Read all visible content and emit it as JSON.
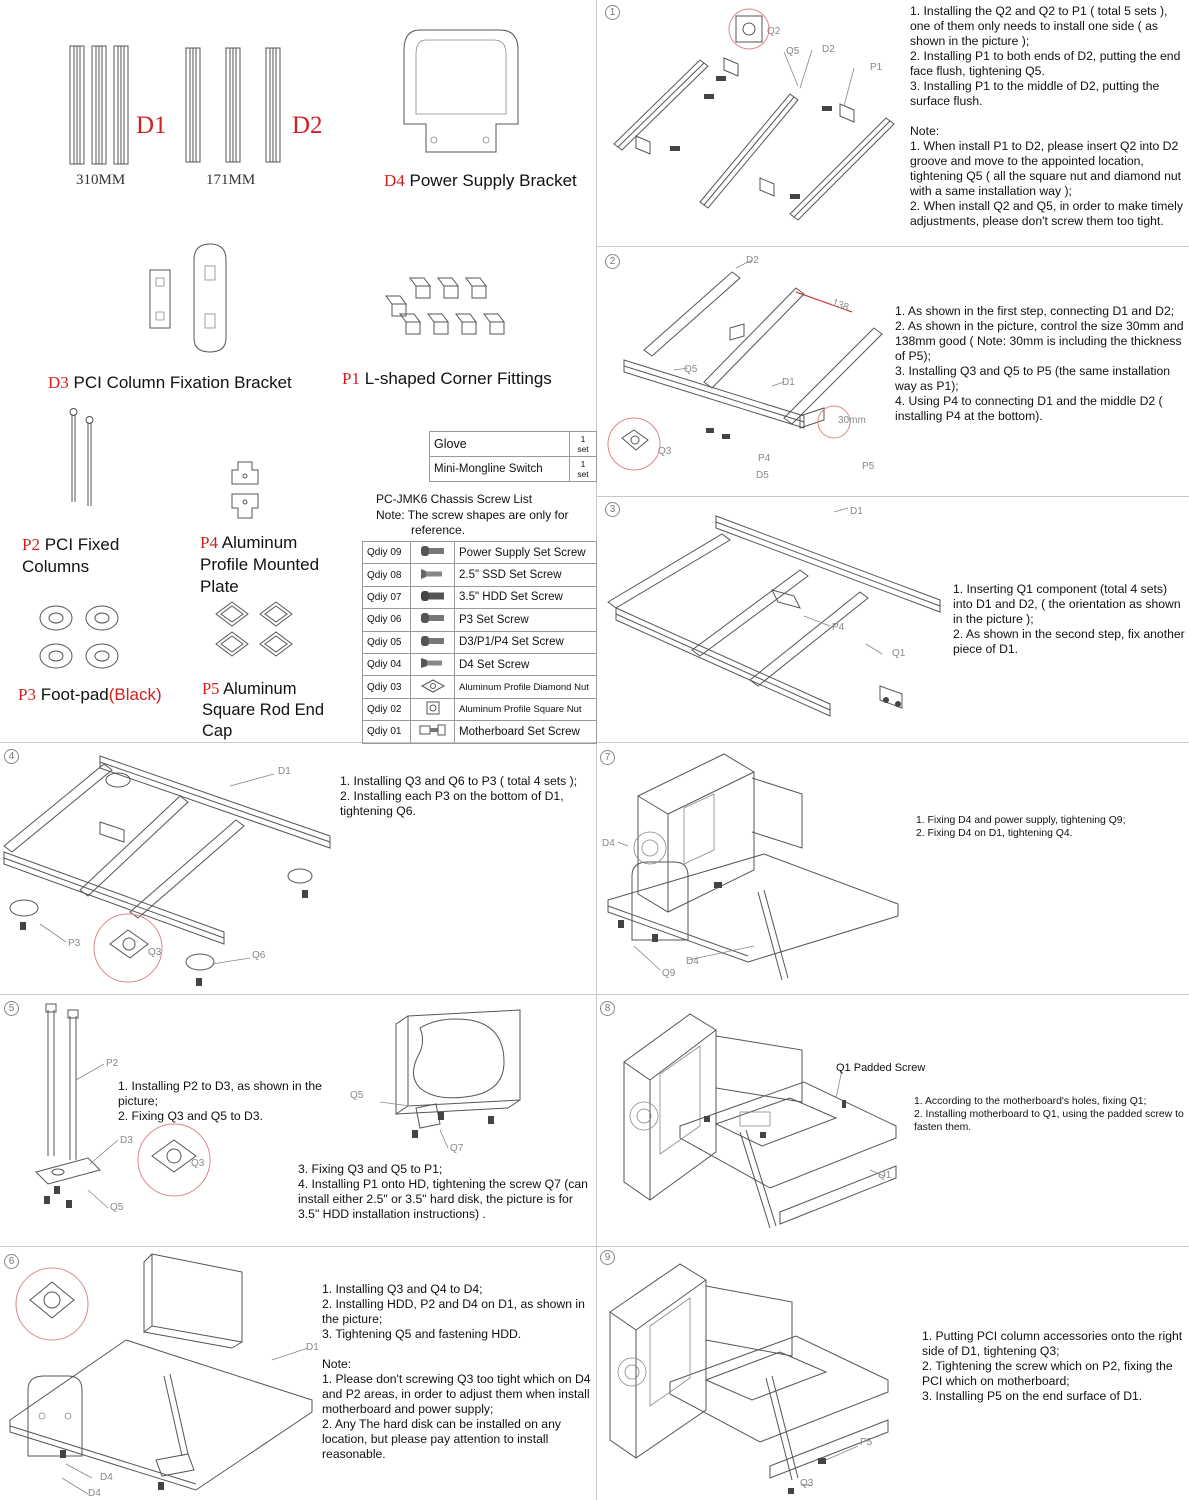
{
  "parts": {
    "d1": {
      "code": "D1",
      "length": "310MM"
    },
    "d2": {
      "code": "D2",
      "length": "171MM"
    },
    "d4": {
      "code": "D4",
      "name": "Power Supply Bracket"
    },
    "d3": {
      "code": "D3",
      "name": "PCI Column Fixation Bracket"
    },
    "p1": {
      "code": "P1",
      "name": "L-shaped Corner Fittings"
    },
    "p2": {
      "code": "P2",
      "name_line1": "PCI Fixed",
      "name_line2": "Columns"
    },
    "p4": {
      "code": "P4",
      "name_line1": "Aluminum",
      "name_line2": "Profile Mounted",
      "name_line3": "Plate"
    },
    "p3": {
      "code": "P3",
      "name": "Foot-pad",
      "color": "(Black)"
    },
    "p5": {
      "code": "P5",
      "name_line1": "Aluminum",
      "name_line2": "Square Rod End",
      "name_line3": "Cap"
    }
  },
  "accessories": [
    {
      "name": "Glove",
      "qty": "1 set"
    },
    {
      "name": "Mini-Mongline Switch",
      "qty": "1 set"
    }
  ],
  "screw_list": {
    "title": "PC-JMK6 Chassis Screw List",
    "note_line1": "Note: The screw shapes are only for",
    "note_line2": "reference.",
    "rows": [
      {
        "code": "Qdiy 09",
        "name": "Power Supply Set Screw",
        "icon": "round-head-screw-icon"
      },
      {
        "code": "Qdiy 08",
        "name": "2.5\" SSD Set Screw",
        "icon": "flat-head-screw-icon"
      },
      {
        "code": "Qdiy 07",
        "name": "3.5\" HDD Set Screw",
        "icon": "coarse-thread-screw-icon"
      },
      {
        "code": "Qdiy 06",
        "name": "P3 Set Screw",
        "icon": "round-head-screw-icon"
      },
      {
        "code": "Qdiy 05",
        "name": "D3/P1/P4 Set Screw",
        "icon": "round-head-screw-icon"
      },
      {
        "code": "Qdiy 04",
        "name": "D4 Set Screw",
        "icon": "countersunk-screw-icon"
      },
      {
        "code": "Qdiy 03",
        "name": "Aluminum Profile Diamond Nut",
        "icon": "diamond-nut-icon"
      },
      {
        "code": "Qdiy 02",
        "name": "Aluminum Profile Square Nut",
        "icon": "square-nut-icon"
      },
      {
        "code": "Qdiy 01",
        "name": "Motherboard Set Screw",
        "icon": "standoff-screw-icon"
      }
    ]
  },
  "steps": [
    {
      "num": "1",
      "text": "1. Installing the Q2 and Q2 to P1 ( total 5 sets ), one of them only needs to install one side ( as shown in the picture );\n2. Installing P1 to both ends of D2, putting the end face flush, tightening Q5.\n3. Installing P1 to the middle of D2, putting the surface flush.\n\nNote:\n1. When install P1 to D2, please insert Q2 into D2 groove and move to the appointed location, tightening Q5 ( all the square nut and diamond nut with a same installation way );\n2. When install Q2 and Q5, in order to make timely adjustments, please don't screw them too tight.",
      "labels": [
        "Q2",
        "Q5",
        "D2",
        "P1"
      ]
    },
    {
      "num": "2",
      "text": "1. As shown in the first step, connecting D1 and D2;\n2. As shown in the picture, control the size 30mm and 138mm good ( Note: 30mm is including the thickness of P5);\n3. Installing Q3 and Q5 to P5 (the same installation way as P1);\n4. Using P4 to connecting D1 and the middle D2  ( installing P4 at the bottom).",
      "labels": [
        "D2",
        "138",
        "Q5",
        "D1",
        "30mm",
        "Q3",
        "P4",
        "D5",
        "P5"
      ]
    },
    {
      "num": "3",
      "text": "1. Inserting Q1 component (total 4 sets) into D1 and D2, ( the orientation as shown in the picture );\n2. As shown in the second step, fix another piece of D1.",
      "labels": [
        "D1",
        "P4",
        "Q1"
      ]
    },
    {
      "num": "4",
      "text": "1. Installing Q3 and Q6 to P3 ( total 4 sets );\n2. Installing each P3 on the bottom of D1, tightening Q6.",
      "labels": [
        "D1",
        "P3",
        "Q3",
        "Q6"
      ]
    },
    {
      "num": "5",
      "text_a": "1. Installing P2 to D3, as shown in the picture;\n2. Fixing Q3 and Q5 to D3.",
      "text_b": "3. Fixing Q3 and Q5 to P1;\n4. Installing P1 onto HD, tightening the screw Q7 (can install either 2.5\" or 3.5\" hard disk, the picture is for 3.5\" HDD installation instructions) .",
      "labels": [
        "P2",
        "D3",
        "Q3",
        "Q5",
        "Q5",
        "Q7"
      ]
    },
    {
      "num": "6",
      "text": "1. Installing Q3 and Q4 to D4;\n2. Installing HDD, P2 and D4 on D1, as shown in the picture;\n3. Tightening Q5 and fastening HDD.\n\nNote:\n1. Please don't screwing Q3 too tight  which on D4 and P2 areas, in order to adjust them when install motherboard and power supply;\n2. Any The hard disk can be installed on any location, but please pay attention to install reasonable.",
      "labels": [
        "D1",
        "D4",
        "D4"
      ]
    },
    {
      "num": "7",
      "text": "1.  Fixing D4 and power supply, tightening Q9;\n2.  Fixing D4 on D1, tightening Q4.",
      "labels": [
        "D4",
        "Q9",
        "D4"
      ]
    },
    {
      "num": "8",
      "text": "1. According to the motherboard's holes, fixing Q1;\n2. Installing motherboard to Q1, using the padded screw to fasten them.",
      "callout": "Q1  Padded Screw",
      "labels": [
        "Q1"
      ]
    },
    {
      "num": "9",
      "text": "1. Putting PCI column accessories onto the right side of D1, tightening Q3;\n2. Tightening the screw which on P2, fixing the PCI which on motherboard;\n3. Installing P5 on the end surface of D1.",
      "labels": [
        "P5",
        "Q3"
      ]
    }
  ],
  "colors": {
    "accent_red": "#d21f1f",
    "grid_line": "#c8c8c8",
    "drawing_line": "#555555"
  }
}
